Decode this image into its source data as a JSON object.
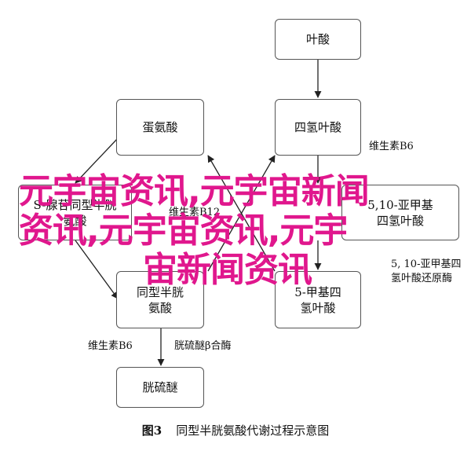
{
  "nodes": {
    "folic_acid": "叶酸",
    "methionine": "蛋氨酸",
    "thf": "四氢叶酸",
    "shcy_left": "S-腺苷同型半胱氨酸",
    "methylene_thf": "5,10-亚甲基四氢叶酸",
    "homocysteine": "同型半胱氨酸",
    "methyl_thf": "5-甲基四氢叶酸",
    "cystathionine": "胱硫醚"
  },
  "labels": {
    "vitamin_b6_right": "维生素B6",
    "vitamin_b12_center": "维生素B12",
    "mthfr_enzyme": "5, 10-亚甲基四氢叶酸还原酶",
    "vitamin_b6_bottom": "维生素B6",
    "cbs_enzyme": "胱硫醚β合酶"
  },
  "watermark": {
    "line1": "元宇宙资讯,元宇宙新闻",
    "line2": "资讯,元宇宙资讯,元宇",
    "line3": "宙新闻资讯"
  },
  "caption": {
    "figure_number": "图3",
    "title": "同型半胱氨酸代谢过程示意图"
  }
}
